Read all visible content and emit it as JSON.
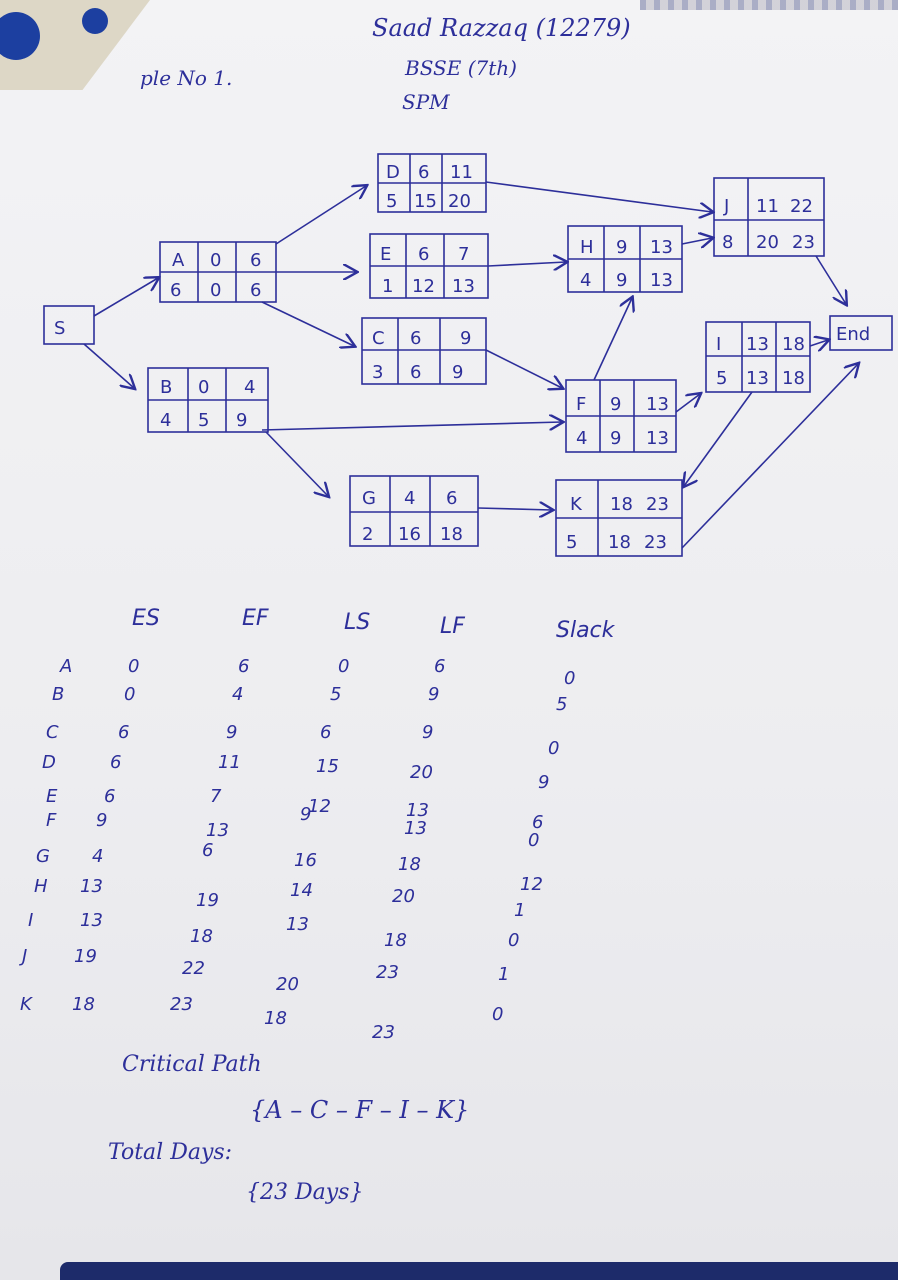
{
  "header": {
    "name": "Saad Razzaq (12279)",
    "program": "BSSE (7th)",
    "course": "SPM",
    "question": "ple No 1."
  },
  "start_label": "S",
  "end_label": "End",
  "nodes": {
    "A": {
      "name": "A",
      "es": "0",
      "ef": "6",
      "ls": "6",
      "lf": "0",
      "lf2": "6"
    },
    "B": {
      "name": "B",
      "es": "0",
      "ef": "4",
      "ls": "4",
      "lf": "5",
      "lf2": "9"
    },
    "C": {
      "name": "C",
      "es": "6",
      "ef": "9",
      "ls": "3",
      "lf": "6",
      "lf2": "9"
    },
    "D": {
      "name": "D",
      "es": "6",
      "ef": "11",
      "ls": "5",
      "lf": "15",
      "lf2": "20"
    },
    "E": {
      "name": "E",
      "es": "6",
      "ef": "7",
      "ls": "1",
      "lf": "12",
      "lf2": "13"
    },
    "F": {
      "name": "F",
      "es": "9",
      "ef": "13",
      "ls": "4",
      "lf": "9",
      "lf2": "13"
    },
    "G": {
      "name": "G",
      "es": "4",
      "ef": "6",
      "ls": "2",
      "lf": "16",
      "lf2": "18"
    },
    "H": {
      "name": "H",
      "es": "9",
      "ef": "13",
      "ls": "4",
      "lf": "9",
      "lf2": "13"
    },
    "I": {
      "name": "I",
      "es": "13",
      "ef": "18",
      "ls": "5",
      "lf": "13",
      "lf2": "18"
    },
    "J": {
      "name": "J",
      "es": "11",
      "ef": "22",
      "ls": "8",
      "lf": "20",
      "lf2": "23"
    },
    "K": {
      "name": "K",
      "es": "18",
      "ef": "23",
      "ls": "5",
      "lf": "18",
      "lf2": "23"
    }
  },
  "table": {
    "headers": [
      "ES",
      "EF",
      "LS",
      "LF",
      "Slack"
    ],
    "row_labels": [
      "A",
      "B",
      "C",
      "D",
      "E",
      "F",
      "G",
      "H",
      "I",
      "J",
      "K"
    ],
    "es": [
      "0",
      "0",
      "6",
      "6",
      "6",
      "9",
      "4",
      "13",
      "13",
      "19",
      "18"
    ],
    "ef": [
      "6",
      "4",
      "9",
      "11",
      "7",
      "13",
      "6",
      "19",
      "18",
      "22",
      "23"
    ],
    "ls": [
      "0",
      "5",
      "6",
      "15",
      "12",
      "9",
      "16",
      "14",
      "13",
      "20",
      "18"
    ],
    "lf": [
      "6",
      "9",
      "9",
      "20",
      "13",
      "13",
      "18",
      "20",
      "18",
      "23",
      "23"
    ],
    "slack": [
      "0",
      "5",
      "0",
      "9",
      "6",
      "0",
      "12",
      "1",
      "0",
      "1",
      "0"
    ]
  },
  "critical_path_label": "Critical Path",
  "critical_path": "{A – C – F – I – K}",
  "total_days_label": "Total Days:",
  "total_days": "{23 Days}"
}
